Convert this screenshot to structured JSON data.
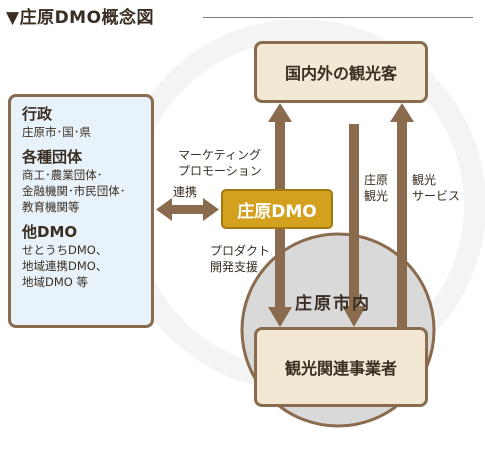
{
  "title": "▼庄原DMO概念図",
  "left_box": {
    "groups": [
      {
        "heading": "行政",
        "lines": [
          "庄原市･国･県"
        ]
      },
      {
        "heading": "各種団体",
        "lines": [
          "商工･農業団体･",
          "金融機関･市民団体･",
          "教育機関等"
        ]
      },
      {
        "heading": "他DMO",
        "lines": [
          "せとうちDMO、",
          "地域連携DMO、",
          "地域DMO 等"
        ]
      }
    ]
  },
  "dmo": "庄原DMO",
  "visitors": "国内外の観光客",
  "city": "庄原市内",
  "businesses": "観光関連事業者",
  "labels": {
    "marketing": [
      "マーケティング",
      "プロモーション"
    ],
    "cooperation": "連携",
    "product": [
      "プロダクト",
      "開発支援"
    ],
    "shobara_tourism": [
      "庄原",
      "観光"
    ],
    "tourism_service": [
      "観光",
      "サービス"
    ]
  },
  "colors": {
    "arrow": "#8a6b4e",
    "dmo_fill": "#d4a11f",
    "cream": "#f3e8d3",
    "left_fill": "#e8f2fa",
    "circle": "#d9d9d9"
  }
}
